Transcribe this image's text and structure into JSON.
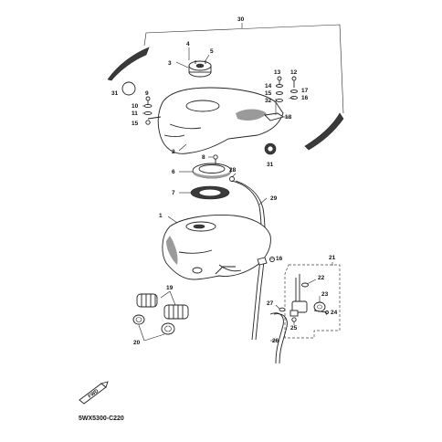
{
  "diagram": {
    "code": "5WX5300-C220",
    "fwd_label": "FWD",
    "callouts": {
      "c1": "1",
      "c2": "2",
      "c3": "3",
      "c4": "4",
      "c5": "5",
      "c6": "6",
      "c7": "7",
      "c8": "8",
      "c9": "9",
      "c10": "10",
      "c11": "11",
      "c12": "12",
      "c13": "13",
      "c14": "14",
      "c15": "15",
      "c15b": "15",
      "c16": "16",
      "c16b": "16",
      "c17": "17",
      "c18": "18",
      "c19": "19",
      "c20": "20",
      "c21": "21",
      "c22": "22",
      "c23": "23",
      "c24": "24",
      "c25": "25",
      "c26": "26",
      "c27": "27",
      "c28": "28",
      "c29": "29",
      "c30": "30",
      "c31": "31",
      "c31b": "31",
      "c32": "32"
    }
  }
}
